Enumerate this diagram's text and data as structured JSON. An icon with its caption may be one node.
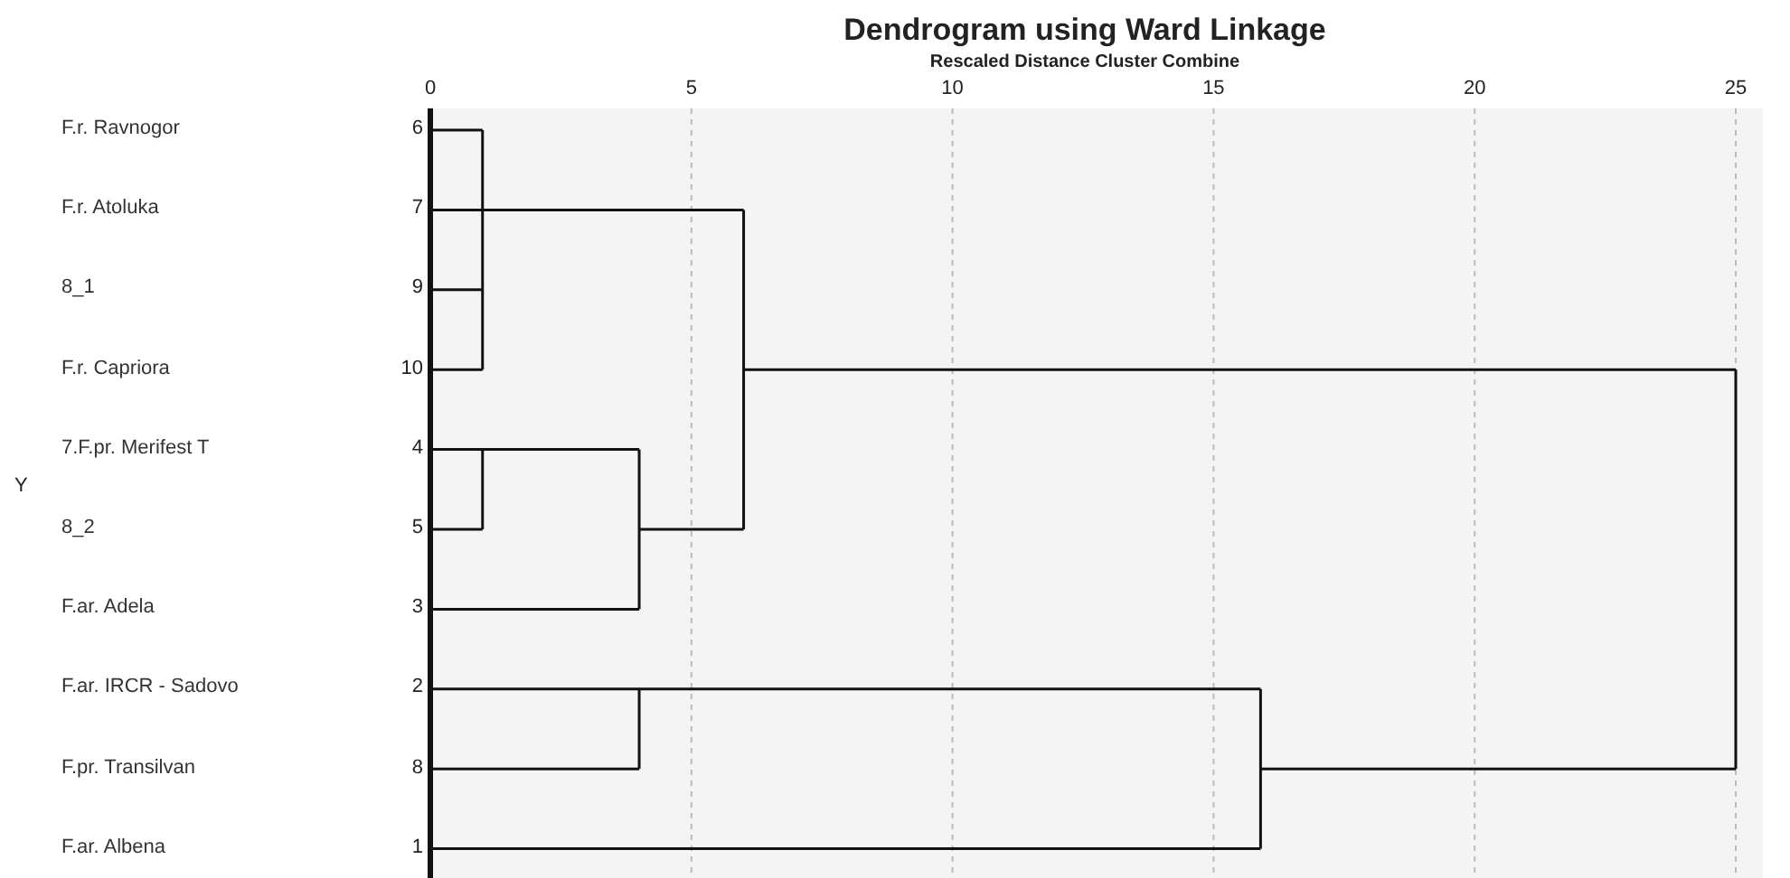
{
  "diagram": {
    "title": "Dendrogram using Ward Linkage",
    "labels": [
      "Rescaled Distance Cluster Combine",
      "0",
      "5",
      "10",
      "15",
      "20",
      "25",
      "F.r. Ravnogor",
      "6",
      "F.r. Atoluka",
      "7",
      "8_1",
      "9",
      "F.r. Capriora",
      "10",
      "7.F.pr. Merifest T",
      "4",
      "8_2",
      "5",
      "F.ar. Adela",
      "3",
      "F.ar. IRCR - Sadovo",
      "2",
      "F.pr. Transilvan",
      "8",
      "F.ar. Albena",
      "1",
      "Y"
    ]
  }
}
